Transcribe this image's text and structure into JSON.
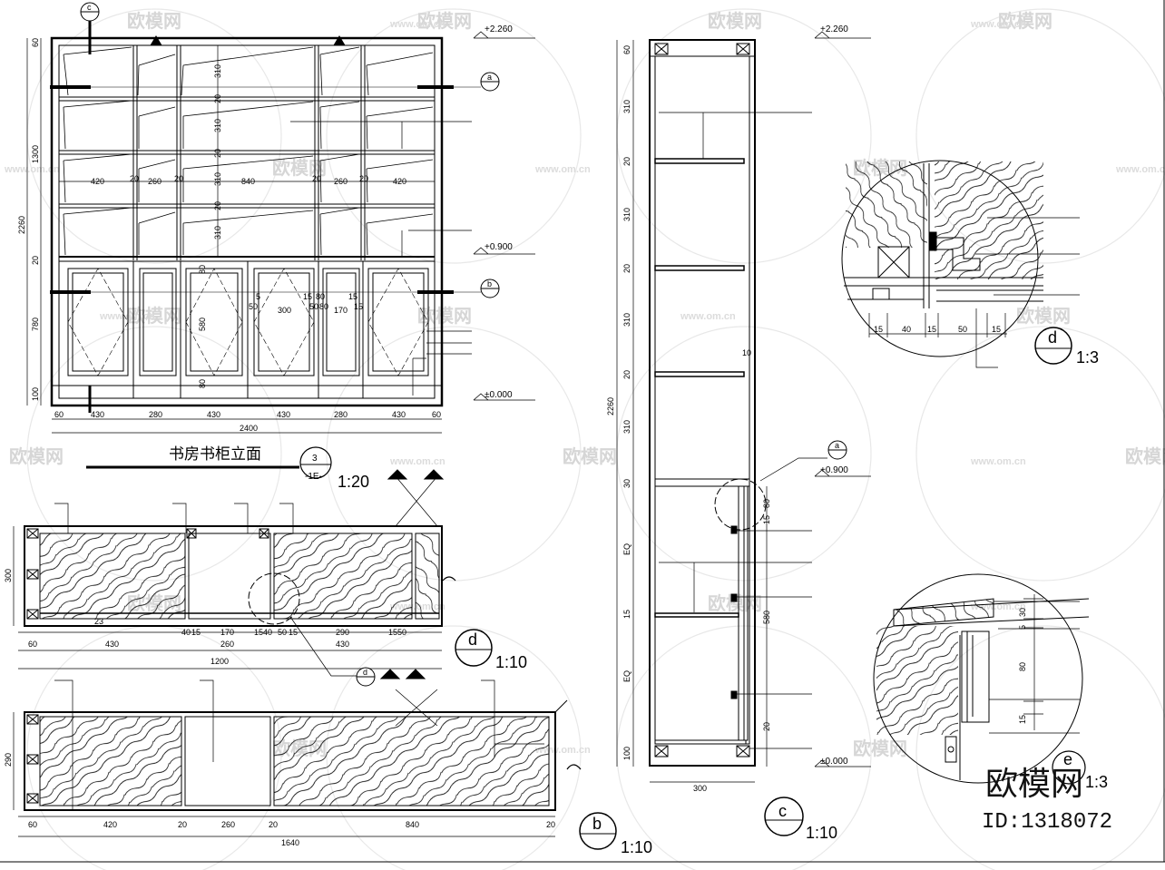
{
  "title": {
    "main": "书房书柜立面",
    "sheet_no": "3",
    "sheet_ref": "-1E-",
    "scale": "1:20"
  },
  "levels": {
    "top": "+2.260",
    "mid": "+0.900",
    "zero": "±0.000"
  },
  "elevation": {
    "cols_top": [
      "420",
      "20",
      "260",
      "20",
      "840",
      "20",
      "260",
      "20",
      "420"
    ],
    "cols_bottom": [
      "60",
      "430",
      "280",
      "430",
      "430",
      "280",
      "430",
      "60"
    ],
    "overall_width": "2400",
    "left_dims": [
      "60",
      "1300",
      "2260",
      "20",
      "780",
      "100"
    ],
    "shelf_dims": [
      "310",
      "20",
      "310",
      "20",
      "310",
      "20",
      "310"
    ],
    "door_dims": [
      "580",
      "80",
      "80",
      "50",
      "300",
      "50",
      "15",
      "15",
      "80",
      "170",
      "15",
      "80",
      "5"
    ]
  },
  "section": {
    "height_dims": [
      "60",
      "310",
      "20",
      "310",
      "20",
      "310",
      "20",
      "310",
      "30",
      "EQ",
      "15",
      "EQ",
      "100",
      "2260"
    ],
    "right_dims": [
      "10",
      "80",
      "15",
      "580",
      "20"
    ],
    "bottom_width": "300"
  },
  "plan_a": {
    "dims_row1": [
      "23",
      "40",
      "15",
      "170",
      "15",
      "40",
      "50",
      "15",
      "290",
      "15",
      "50"
    ],
    "dims_row2": [
      "430",
      "260",
      "430"
    ],
    "dims_row3": [
      "60",
      "1200"
    ],
    "depth": "300",
    "marker": "d",
    "scale": "1:10"
  },
  "plan_b": {
    "dims_row1": [
      "60",
      "420",
      "20",
      "260",
      "20",
      "840",
      "20"
    ],
    "total": "1640",
    "depth": "290",
    "marker": "b",
    "scale": "1:10"
  },
  "section_marker": {
    "letter": "c",
    "scale": "1:10"
  },
  "detail_d": {
    "dims": [
      "15",
      "40",
      "15",
      "50",
      "15"
    ],
    "marker": "d",
    "scale": "1:3"
  },
  "detail_e": {
    "dims": [
      "30",
      "5",
      "80",
      "15"
    ],
    "marker": "e",
    "scale": "1:3"
  },
  "callouts": {
    "a": "a",
    "b": "b",
    "c": "c",
    "e": "e"
  },
  "watermarks": {
    "brand": "欧模网",
    "site": "www.om.cn"
  },
  "logo": {
    "name": "欧模网",
    "id": "ID:1318072"
  }
}
